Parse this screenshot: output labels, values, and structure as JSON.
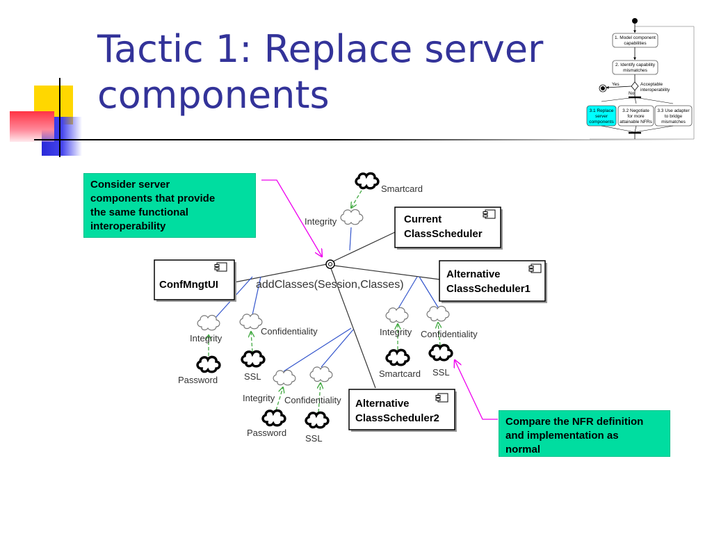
{
  "slide": {
    "title_lines": [
      "Tactic 1: Replace server",
      "components"
    ]
  },
  "colors": {
    "title": "#333399",
    "callout_bg": "#00dda0",
    "accent_line": "#000000",
    "link_line": "#3355cc",
    "dependency_arrow": "#44aa44",
    "callout_arrow": "#ee00ee",
    "mini_highlight": "#00ffff"
  },
  "callouts": [
    {
      "lines": [
        "Consider server",
        "components that provide",
        "the same functional",
        "interoperability"
      ]
    },
    {
      "lines": [
        "Compare the NFR definition",
        "and implementation as",
        "normal"
      ]
    }
  ],
  "diagram": {
    "interface_label": "addClasses(Session,Classes)",
    "components": [
      {
        "lines": [
          "ConfMngtUI"
        ]
      },
      {
        "lines": [
          "Current",
          "ClassScheduler"
        ]
      },
      {
        "lines": [
          "Alternative",
          "ClassScheduler1"
        ]
      },
      {
        "lines": [
          "Alternative",
          "ClassScheduler2"
        ]
      }
    ],
    "nfr_softgoals": [
      "Integrity",
      "Integrity",
      "Confidentiality",
      "Integrity",
      "Confidentiality",
      "Integrity",
      "Confidentiality"
    ],
    "implementations": [
      "Smartcard",
      "Password",
      "SSL",
      "Password",
      "SSL",
      "Smartcard",
      "SSL"
    ]
  },
  "process_thumbnail": {
    "steps": [
      [
        "1. Model component",
        "capabilities"
      ],
      [
        "2. Identify capability",
        "mismatches"
      ]
    ],
    "decision": [
      "Acceptable",
      "interoperability"
    ],
    "yes_label": "Yes",
    "no_label": "No",
    "tactics": [
      [
        "3.1 Replace",
        "server",
        "components"
      ],
      [
        "3.2 Negotiate",
        "for more",
        "attainable NFRs"
      ],
      [
        "3.3 Use adapter",
        "to bridge",
        "mismatches"
      ]
    ]
  }
}
